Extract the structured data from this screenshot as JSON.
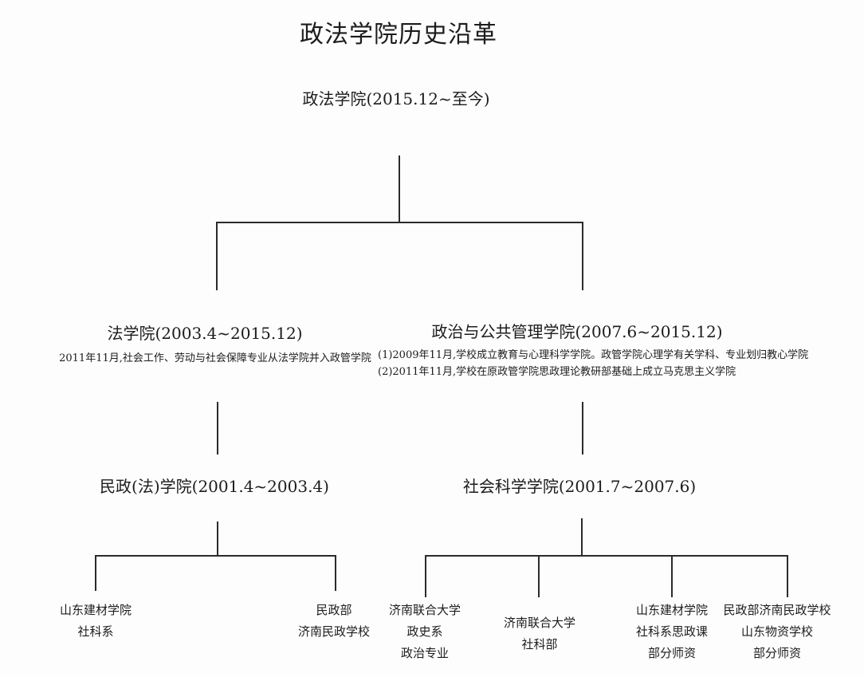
{
  "title": "政法学院历史沿革",
  "tree": {
    "root": {
      "label": "政法学院(2015.12~至今)"
    },
    "branches": {
      "law": {
        "label": "法学院(2003.4~2015.12)",
        "note": "2011年11月,社会工作、劳动与社会保障专业从法学院并入政管学院",
        "child": {
          "label": "民政(法)学院(2001.4~2003.4)"
        }
      },
      "politics": {
        "label": "政治与公共管理学院(2007.6~2015.12)",
        "notes": [
          "(1)2009年11月,学校成立教育与心理科学学院。政管学院心理学有关学科、专业划归教心学院",
          "(2)2011年11月,学校在原政管学院思政理论教研部基础上成立马克思主义学院"
        ],
        "child": {
          "label": "社会科学学院(2001.7~2007.6)"
        }
      }
    },
    "leaves": [
      {
        "lines": [
          "山东建材学院",
          "社科系"
        ]
      },
      {
        "lines": [
          "民政部",
          "济南民政学校"
        ]
      },
      {
        "lines": [
          "济南联合大学",
          "政史系",
          "政治专业"
        ]
      },
      {
        "lines": [
          "济南联合大学",
          "社科部"
        ]
      },
      {
        "lines": [
          "山东建材学院",
          "社科系思政课",
          "部分师资"
        ]
      },
      {
        "lines": [
          "民政部济南民政学校",
          "山东物资学校",
          "部分师资"
        ]
      }
    ]
  },
  "colors": {
    "background": "#fdfdfd",
    "text": "#1c1c1c",
    "line": "#2b2b2b"
  }
}
